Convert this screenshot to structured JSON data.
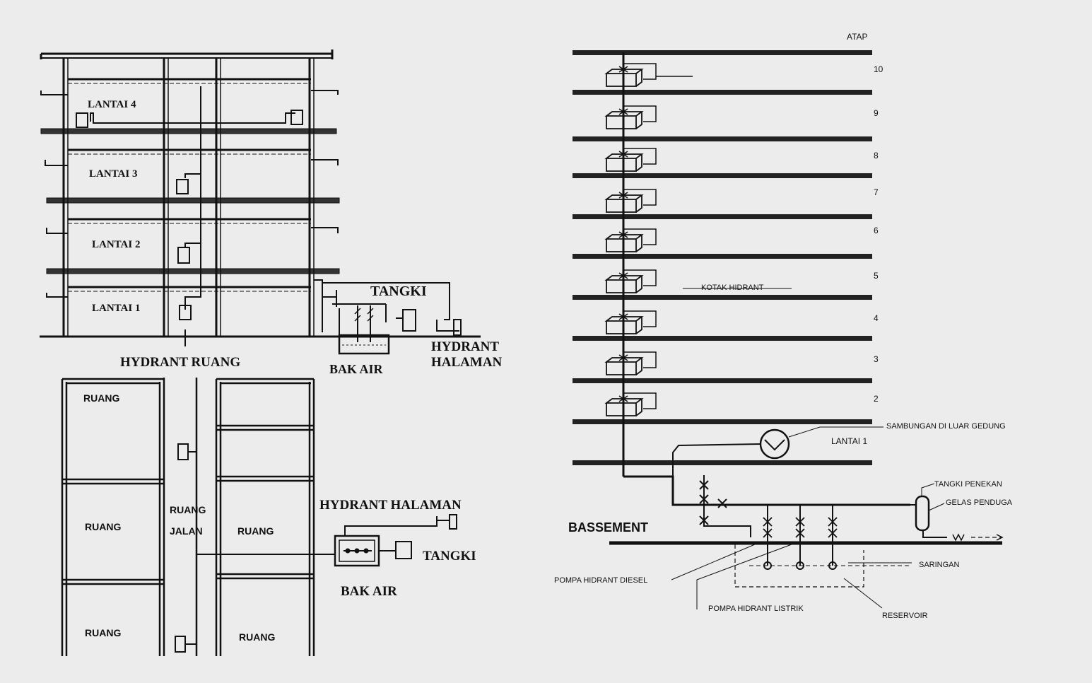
{
  "elevation": {
    "floors": [
      "LANTAI 4",
      "LANTAI 3",
      "LANTAI 2",
      "LANTAI 1"
    ],
    "tank": "TANGKI",
    "room_hydrant": "HYDRANT RUANG",
    "reservoir": "BAK AIR",
    "yard_hydrant": "HYDRANT HALAMAN"
  },
  "plan": {
    "rooms": [
      "RUANG",
      "RUANG",
      "RUANG",
      "RUANG",
      "RUANG"
    ],
    "corridor": "RUANG JALAN",
    "yard_hydrant": "HYDRANT HALAMAN",
    "tank": "TANGKI",
    "reservoir": "BAK AIR"
  },
  "riser": {
    "roof": "ATAP",
    "floor_numbers": [
      "10",
      "9",
      "8",
      "7",
      "6",
      "5",
      "4",
      "3",
      "2"
    ],
    "ground_floor": "LANTAI 1",
    "hydrant_box": "KOTAK HIDRANT",
    "siamese_connection": "SAMBUNGAN DI LUAR GEDUNG",
    "basement": "BASSEMENT",
    "pressure_tank": "TANGKI PENEKAN",
    "sight_glass": "GELAS PENDUGA",
    "strainer": "SARINGAN",
    "diesel_pump": "POMPA HIDRANT DIESEL",
    "electric_pump": "POMPA HIDRANT LISTRIK",
    "reservoir": "RESERVOIR"
  },
  "colors": {
    "ink": "#111111",
    "paper": "#ececec"
  }
}
